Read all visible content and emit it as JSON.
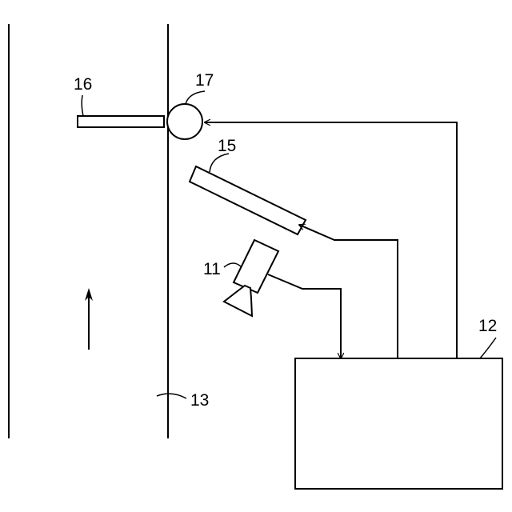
{
  "labels": {
    "camera": "11",
    "controller": "12",
    "conveyor": "13",
    "light_bar": "15",
    "arm": "16",
    "roller": "17"
  }
}
